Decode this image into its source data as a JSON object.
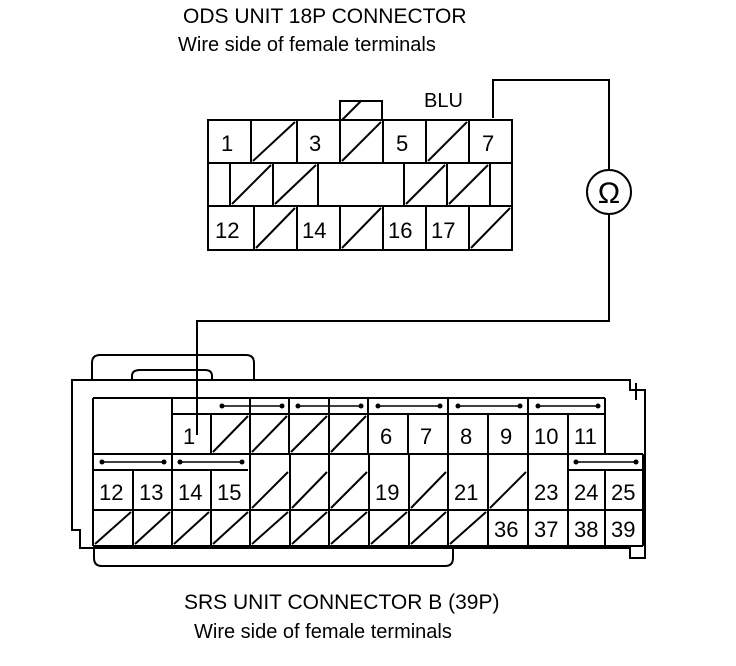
{
  "ods": {
    "title": "ODS UNIT 18P CONNECTOR",
    "subtitle": "Wire side of female terminals",
    "wire_color": "BLU",
    "pins": {
      "p1": "1",
      "p3": "3",
      "p5": "5",
      "p7": "7",
      "p12": "12",
      "p14": "14",
      "p16": "16",
      "p17": "17"
    }
  },
  "meter": {
    "symbol": "Ω"
  },
  "srs": {
    "title": "SRS UNIT CONNECTOR B (39P)",
    "subtitle": "Wire side of female terminals",
    "pins": {
      "p1": "1",
      "p6": "6",
      "p7": "7",
      "p8": "8",
      "p9": "9",
      "p10": "10",
      "p11": "11",
      "p12": "12",
      "p13": "13",
      "p14": "14",
      "p15": "15",
      "p19": "19",
      "p21": "21",
      "p23": "23",
      "p24": "24",
      "p25": "25",
      "p36": "36",
      "p37": "37",
      "p38": "38",
      "p39": "39"
    }
  },
  "colors": {
    "line": "#000000",
    "background": "#ffffff"
  }
}
